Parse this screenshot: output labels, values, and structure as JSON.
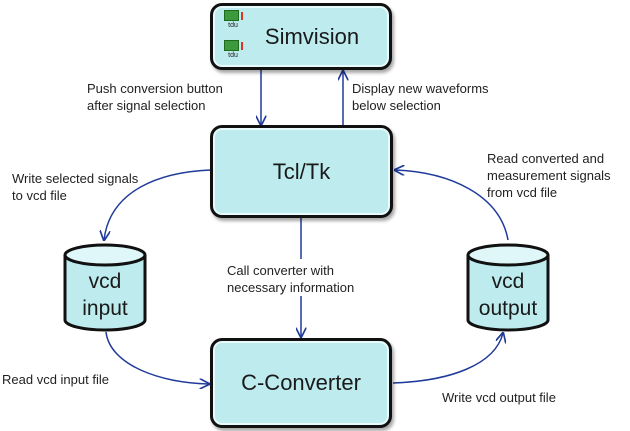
{
  "nodes": {
    "simvision": {
      "label": "Simvision",
      "icons": [
        "tdu-waveform-icon",
        "tdu-waveform-select-icon"
      ],
      "icon_caption": "tdu"
    },
    "tcltk": {
      "label": "Tcl/Tk"
    },
    "converter": {
      "label": "C-Converter"
    },
    "vcd_input": {
      "line1": "vcd",
      "line2": "input"
    },
    "vcd_output": {
      "line1": "vcd",
      "line2": "output"
    }
  },
  "edges": {
    "push": {
      "line1": "Push conversion button",
      "line2": "after signal selection"
    },
    "display": {
      "line1": "Display new waveforms",
      "line2": "below selection"
    },
    "write_selected": {
      "line1": "Write selected signals",
      "line2": "to vcd file"
    },
    "read_converted": {
      "line1": "Read converted and",
      "line2": "measurement signals",
      "line3": "from vcd file"
    },
    "call_converter": {
      "line1": "Call converter with",
      "line2": "necessary information"
    },
    "read_input": {
      "line1": "Read vcd input file"
    },
    "write_output": {
      "line1": "Write vcd output file"
    }
  },
  "colors": {
    "node_fill": "#bdebee",
    "arrow": "#1f3a9a",
    "outline": "#111111"
  }
}
